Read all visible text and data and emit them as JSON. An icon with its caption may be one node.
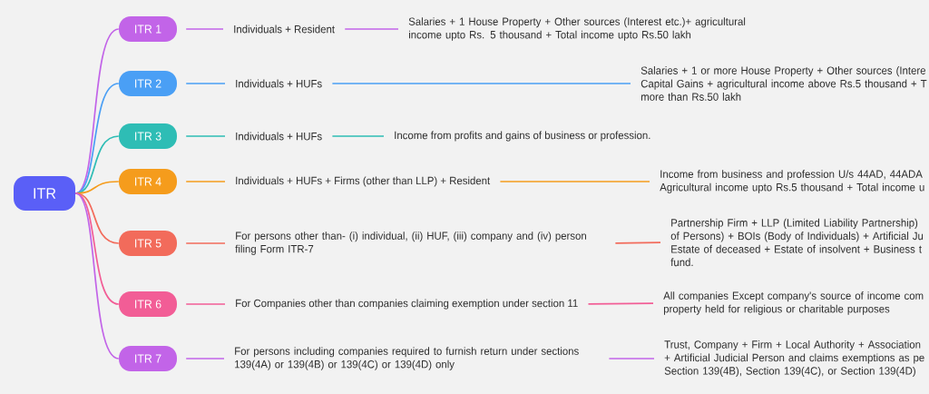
{
  "diagram": {
    "nodes": [
      {
        "text": [
          "ITR"
        ]
      },
      {
        "text": [
          "ITR 1"
        ]
      },
      {
        "text": [
          "Individuals + Resident"
        ]
      },
      {
        "text": [
          "Salaries + 1 House Property + Other sources (Interest etc.)+ agricultural income upto Rs. 5 thousand + Total income upto Rs.50 lakh"
        ]
      },
      {
        "text": [
          "ITR 2"
        ]
      },
      {
        "text": [
          "Individuals + HUFs"
        ]
      },
      {
        "text": [
          "Salaries + 1 or more House Property + Other sources (Intere Capital Gains + agricultural income above Rs.5 thousand + T more than Rs.50 lakh"
        ]
      },
      {
        "text": [
          "ITR 3"
        ]
      },
      {
        "text": [
          "Individuals + HUFs"
        ]
      },
      {
        "text": [
          "Income from profits and gains of business or profession."
        ]
      },
      {
        "text": [
          "ITR 4"
        ]
      },
      {
        "text": [
          "Individuals + HUFs + Firms (other than LLP) + Resident"
        ]
      },
      {
        "text": [
          "Income from business and profession U/s 44AD, 44ADA Agricultural income upto Rs.5 thousand + Total income u"
        ]
      },
      {
        "text": [
          "ITR 5"
        ]
      },
      {
        "text": [
          "For persons other than- (i) individual, (ii) HUF, (iii) company and (iv) person filing Form ITR-7"
        ]
      },
      {
        "text": [
          "Partnership Firm + LLP (Limited Liability Partnership) of Persons) + BOIs (Body of Individuals) + Artificial Ju Estate of deceased + Estate of insolvent + Business t fund."
        ]
      },
      {
        "text": [
          "ITR 6"
        ]
      },
      {
        "text": [
          "For Companies other than companies claiming exemption under section 11"
        ]
      },
      {
        "text": [
          "All companies Except company's source of income com property held for religious or charitable purposes"
        ]
      },
      {
        "text": [
          "ITR 7"
        ]
      },
      {
        "text": [
          "For persons including companies required to furnish return under sections 139(4A) or 139(4B) or 139(4C) or 139(4D) only"
        ]
      },
      {
        "text": [
          "Trust, Company + Firm + Local Authority + Association + Artificial Judicial Person and claims exemptions as pe Section 139(4B), Section 139(4C), or Section 139(4D)"
        ]
      }
    ],
    "edges": [
      {
        "from": 0,
        "to": 1,
        "arrow": "none",
        "color": "#c264e8"
      },
      {
        "from": 1,
        "to": 2,
        "arrow": "none",
        "color": "#c264e8"
      },
      {
        "from": 2,
        "to": 3,
        "arrow": "none",
        "color": "#c264e8"
      },
      {
        "from": 0,
        "to": 4,
        "arrow": "none",
        "color": "#4a9ff5"
      },
      {
        "from": 4,
        "to": 5,
        "arrow": "none",
        "color": "#4a9ff5"
      },
      {
        "from": 5,
        "to": 6,
        "arrow": "none",
        "color": "#4a9ff5"
      },
      {
        "from": 0,
        "to": 7,
        "arrow": "none",
        "color": "#2ebdb5"
      },
      {
        "from": 7,
        "to": 8,
        "arrow": "none",
        "color": "#2ebdb5"
      },
      {
        "from": 8,
        "to": 9,
        "arrow": "none",
        "color": "#2ebdb5"
      },
      {
        "from": 0,
        "to": 10,
        "arrow": "none",
        "color": "#f59c1c"
      },
      {
        "from": 10,
        "to": 11,
        "arrow": "none",
        "color": "#f59c1c"
      },
      {
        "from": 11,
        "to": 12,
        "arrow": "none",
        "color": "#f59c1c"
      },
      {
        "from": 0,
        "to": 13,
        "arrow": "none",
        "color": "#f26b5b"
      },
      {
        "from": 13,
        "to": 14,
        "arrow": "none",
        "color": "#f26b5b"
      },
      {
        "from": 14,
        "to": 15,
        "arrow": "none",
        "color": "#f26b5b"
      },
      {
        "from": 0,
        "to": 16,
        "arrow": "none",
        "color": "#f25d96"
      },
      {
        "from": 16,
        "to": 17,
        "arrow": "none",
        "color": "#f25d96"
      },
      {
        "from": 17,
        "to": 18,
        "arrow": "none",
        "color": "#f25d96"
      },
      {
        "from": 0,
        "to": 19,
        "arrow": "none",
        "color": "#c264e8"
      },
      {
        "from": 19,
        "to": 20,
        "arrow": "none",
        "color": "#c264e8"
      },
      {
        "from": 20,
        "to": 21,
        "arrow": "none",
        "color": "#c264e8"
      }
    ]
  }
}
